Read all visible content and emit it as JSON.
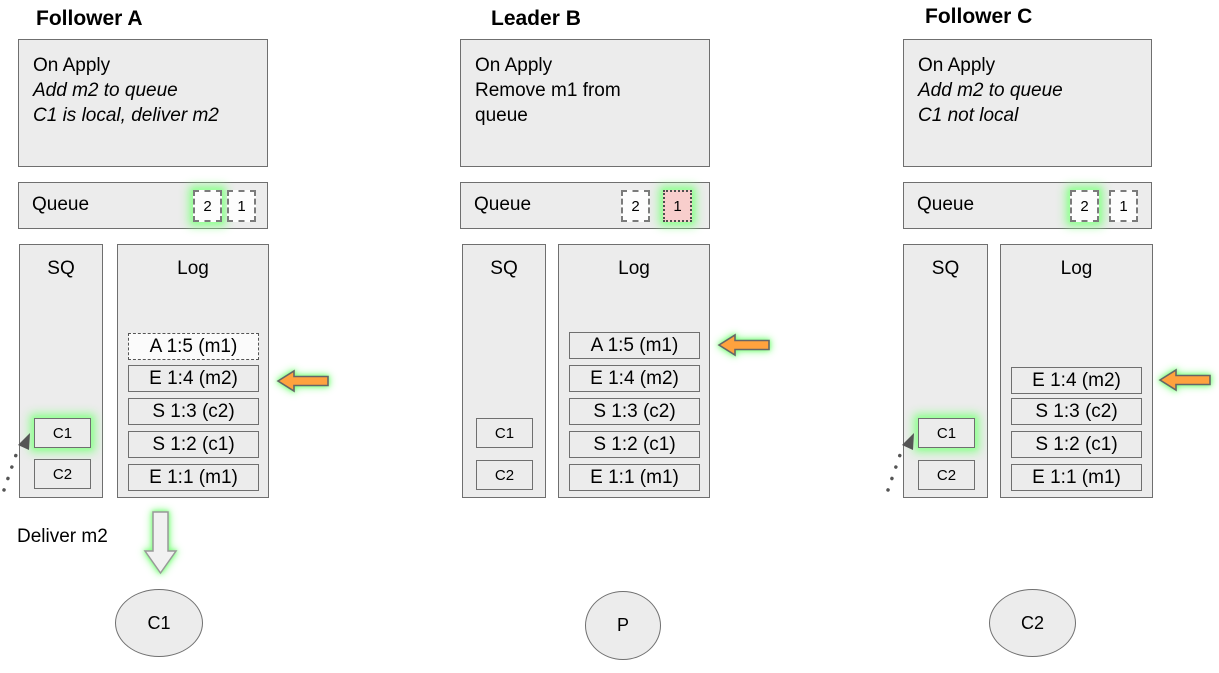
{
  "colors": {
    "glow_green": "#8dff8d",
    "arrow_orange_fill": "#ffa23e",
    "arrow_orange_stroke": "#666666",
    "highlight_pink": "#f8cecc",
    "box_fill": "#ececec",
    "border_gray": "#6f6f6f"
  },
  "columns": [
    {
      "title": "Follower A",
      "on_apply": [
        "On Apply",
        "Add m2 to queue",
        "C1 is local, deliver m2"
      ],
      "queue": {
        "label": "Queue",
        "items": [
          "2",
          "1"
        ]
      },
      "sq": {
        "label": "SQ",
        "items": [
          "C1",
          "C2"
        ]
      },
      "log": {
        "label": "Log",
        "entries": [
          "A 1:5 (m1)",
          "E 1:4 (m2)",
          "S 1:3 (c2)",
          "S 1:2 (c1)",
          "E 1:1 (m1)"
        ]
      },
      "deliver_label": "Deliver m2",
      "node": "C1"
    },
    {
      "title": "Leader B",
      "on_apply": [
        "On Apply",
        "Remove m1 from",
        "queue"
      ],
      "queue": {
        "label": "Queue",
        "items": [
          "2",
          "1"
        ]
      },
      "sq": {
        "label": "SQ",
        "items": [
          "C1",
          "C2"
        ]
      },
      "log": {
        "label": "Log",
        "entries": [
          "A 1:5 (m1)",
          "E 1:4 (m2)",
          "S 1:3 (c2)",
          "S 1:2 (c1)",
          "E 1:1 (m1)"
        ]
      },
      "node": "P"
    },
    {
      "title": "Follower C",
      "on_apply": [
        "On Apply",
        "Add m2 to queue",
        "C1 not local"
      ],
      "queue": {
        "label": "Queue",
        "items": [
          "2",
          "1"
        ]
      },
      "sq": {
        "label": "SQ",
        "items": [
          "C1",
          "C2"
        ]
      },
      "log": {
        "label": "Log",
        "entries": [
          "E 1:4 (m2)",
          "S 1:3 (c2)",
          "S 1:2 (c1)",
          "E 1:1 (m1)"
        ]
      },
      "node": "C2"
    }
  ]
}
